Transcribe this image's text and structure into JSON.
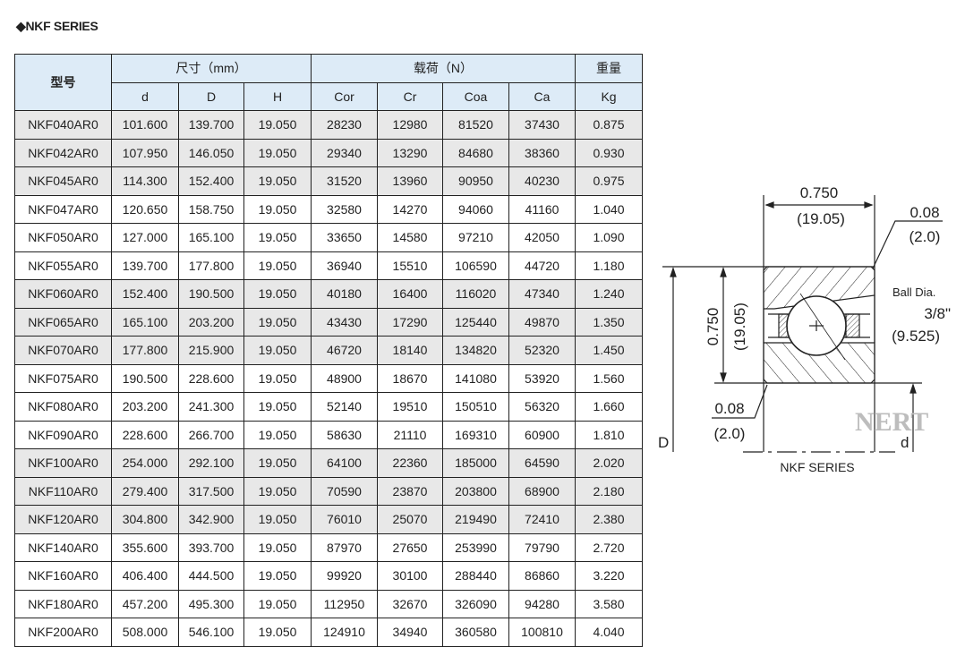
{
  "title": "◆NKF SERIES",
  "table": {
    "header": {
      "model": "型号",
      "dimensions_group": "尺寸（mm）",
      "load_group": "载荷（N）",
      "weight_group": "重量",
      "columns": [
        "d",
        "D",
        "H",
        "Cor",
        "Cr",
        "Coa",
        "Ca",
        "Kg"
      ]
    },
    "rows": [
      [
        "NKF040AR0",
        "101.600",
        "139.700",
        "19.050",
        "28230",
        "12980",
        "81520",
        "37430",
        "0.875"
      ],
      [
        "NKF042AR0",
        "107.950",
        "146.050",
        "19.050",
        "29340",
        "13290",
        "84680",
        "38360",
        "0.930"
      ],
      [
        "NKF045AR0",
        "114.300",
        "152.400",
        "19.050",
        "31520",
        "13960",
        "90950",
        "40230",
        "0.975"
      ],
      [
        "NKF047AR0",
        "120.650",
        "158.750",
        "19.050",
        "32580",
        "14270",
        "94060",
        "41160",
        "1.040"
      ],
      [
        "NKF050AR0",
        "127.000",
        "165.100",
        "19.050",
        "33650",
        "14580",
        "97210",
        "42050",
        "1.090"
      ],
      [
        "NKF055AR0",
        "139.700",
        "177.800",
        "19.050",
        "36940",
        "15510",
        "106590",
        "44720",
        "1.180"
      ],
      [
        "NKF060AR0",
        "152.400",
        "190.500",
        "19.050",
        "40180",
        "16400",
        "116020",
        "47340",
        "1.240"
      ],
      [
        "NKF065AR0",
        "165.100",
        "203.200",
        "19.050",
        "43430",
        "17290",
        "125440",
        "49870",
        "1.350"
      ],
      [
        "NKF070AR0",
        "177.800",
        "215.900",
        "19.050",
        "46720",
        "18140",
        "134820",
        "52320",
        "1.450"
      ],
      [
        "NKF075AR0",
        "190.500",
        "228.600",
        "19.050",
        "48900",
        "18670",
        "141080",
        "53920",
        "1.560"
      ],
      [
        "NKF080AR0",
        "203.200",
        "241.300",
        "19.050",
        "52140",
        "19510",
        "150510",
        "56320",
        "1.660"
      ],
      [
        "NKF090AR0",
        "228.600",
        "266.700",
        "19.050",
        "58630",
        "21110",
        "169310",
        "60900",
        "1.810"
      ],
      [
        "NKF100AR0",
        "254.000",
        "292.100",
        "19.050",
        "64100",
        "22360",
        "185000",
        "64590",
        "2.020"
      ],
      [
        "NKF110AR0",
        "279.400",
        "317.500",
        "19.050",
        "70590",
        "23870",
        "203800",
        "68900",
        "2.180"
      ],
      [
        "NKF120AR0",
        "304.800",
        "342.900",
        "19.050",
        "76010",
        "25070",
        "219490",
        "72410",
        "2.380"
      ],
      [
        "NKF140AR0",
        "355.600",
        "393.700",
        "19.050",
        "87970",
        "27650",
        "253990",
        "79790",
        "2.720"
      ],
      [
        "NKF160AR0",
        "406.400",
        "444.500",
        "19.050",
        "99920",
        "30100",
        "288440",
        "86860",
        "3.220"
      ],
      [
        "NKF180AR0",
        "457.200",
        "495.300",
        "19.050",
        "112950",
        "32670",
        "326090",
        "94280",
        "3.580"
      ],
      [
        "NKF200AR0",
        "508.000",
        "546.100",
        "19.050",
        "124910",
        "34940",
        "360580",
        "100810",
        "4.040"
      ]
    ],
    "shaded_groups_of": 3
  },
  "diagram": {
    "width_in": "0.750",
    "width_mm": "(19.05)",
    "height_in": "0.750",
    "height_mm": "(19.05)",
    "chamfer_top_in": "0.08",
    "chamfer_top_mm": "(2.0)",
    "chamfer_bottom_in": "0.08",
    "chamfer_bottom_mm": "(2.0)",
    "ball_label": "Ball Dia.",
    "ball_in": "3/8\"",
    "ball_mm": "(9.525)",
    "outer_dia_label": "D",
    "inner_dia_label": "d",
    "watermark": "NERT",
    "caption": "NKF SERIES"
  }
}
